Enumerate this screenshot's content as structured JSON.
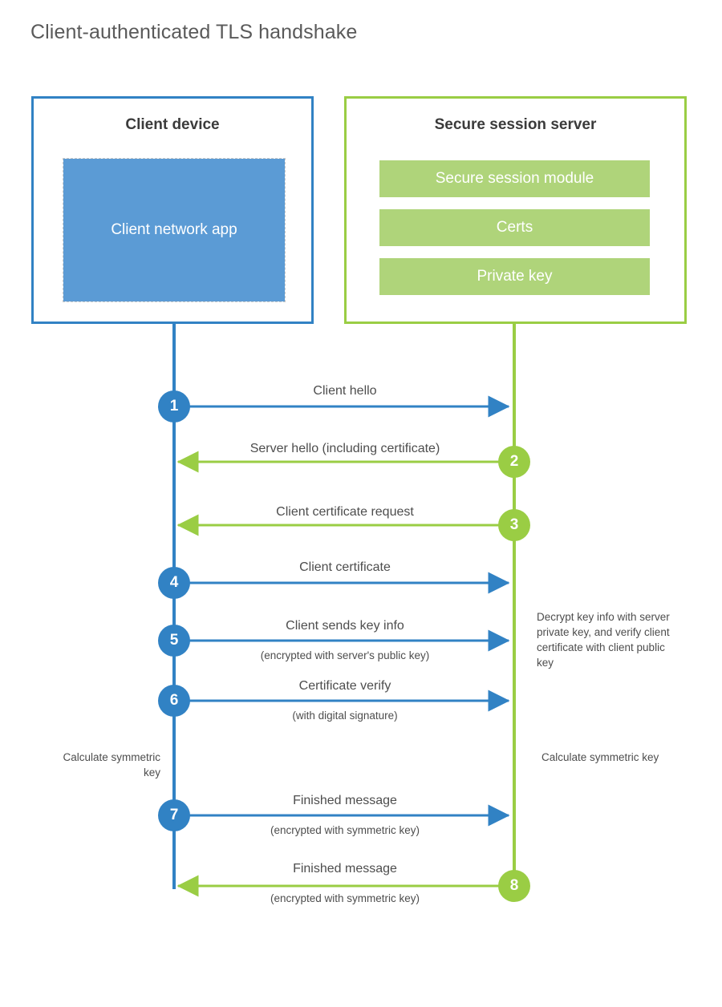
{
  "title": "Client-authenticated TLS handshake",
  "colors": {
    "client_blue": "#3182C4",
    "client_app_fill": "#5B9BD5",
    "server_green": "#9ACD44",
    "server_bar_fill": "#AFD47A",
    "text": "#4d4d4d",
    "title_text": "#5a5a5a",
    "background": "#ffffff"
  },
  "actors": {
    "client": {
      "title": "Client device",
      "app_label": "Client network app"
    },
    "server": {
      "title": "Secure session server",
      "components": [
        {
          "label": "Secure session module"
        },
        {
          "label": "Certs"
        },
        {
          "label": "Private key"
        }
      ]
    }
  },
  "messages": [
    {
      "step": "1",
      "label": "Client hello",
      "sub": "",
      "from": "client",
      "to": "server"
    },
    {
      "step": "2",
      "label": "Server hello (including certificate)",
      "sub": "",
      "from": "server",
      "to": "client"
    },
    {
      "step": "3",
      "label": "Client certificate request",
      "sub": "",
      "from": "server",
      "to": "client"
    },
    {
      "step": "4",
      "label": "Client certificate",
      "sub": "",
      "from": "client",
      "to": "server"
    },
    {
      "step": "5",
      "label": "Client sends key info",
      "sub": "(encrypted with server's public key)",
      "from": "client",
      "to": "server"
    },
    {
      "step": "6",
      "label": "Certificate verify",
      "sub": "(with digital signature)",
      "from": "client",
      "to": "server"
    },
    {
      "step": "7",
      "label": "Finished message",
      "sub": "(encrypted with symmetric key)",
      "from": "client",
      "to": "server"
    },
    {
      "step": "8",
      "label": "Finished message",
      "sub": "(encrypted with symmetric key)",
      "from": "server",
      "to": "client"
    }
  ],
  "annotations": {
    "server_decrypt": "Decrypt key info with server private key, and verify client certificate with client public key",
    "client_calculate": "Calculate symmetric key",
    "server_calculate": "Calculate symmetric key"
  }
}
